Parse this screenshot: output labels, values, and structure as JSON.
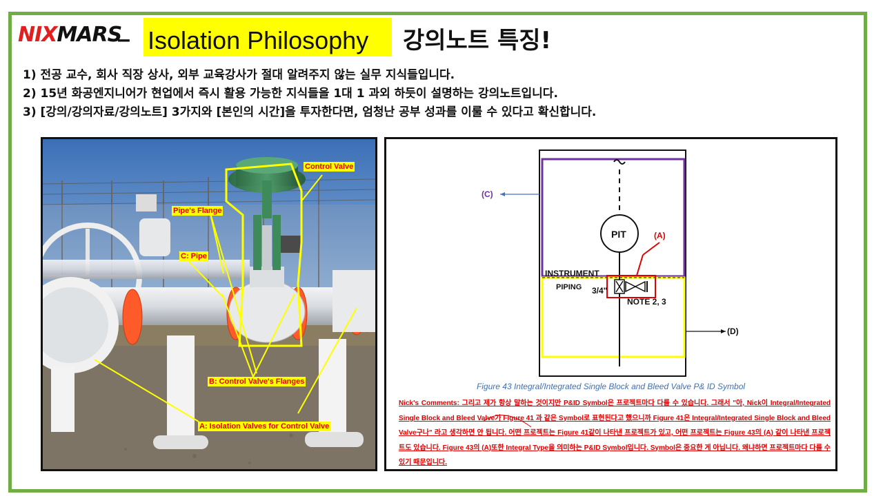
{
  "header": {
    "logo_nix": "NIX",
    "logo_mars": "MARS",
    "dash": "–",
    "title_highlight": "Isolation Philosophy",
    "title_suffix": "강의노트 특징!"
  },
  "bullets": [
    "1) 전공 교수, 회사 직장 상사, 외부 교육강사가 절대 알려주지 않는 실무 지식들입니다.",
    "2) 15년 화공엔지니어가 현업에서 즉시 활용 가능한 지식들을 1대 1 과외 하듯이 설명하는 강의노트입니다.",
    "3) [강의/강의자료/강의노트] 3가지와 [본인의 시간]을 투자한다면, 엄청난 공부 성과를 이룰 수 있다고 확신합니다."
  ],
  "photo": {
    "labels": {
      "control_valve": "Control Valve",
      "pipe_flange": "Pipe's Flange",
      "pipe": "C: Pipe",
      "cv_flanges": "B: Control Valve's Flanges",
      "isolation_valves": "A: Isolation Valves for Control Valve"
    },
    "colors": {
      "label_bg": "#ffff00",
      "label_text": "#e00000",
      "flange": "#ff5a2a"
    }
  },
  "diagram": {
    "label_c": "(C)",
    "label_a": "(A)",
    "label_d": "(D)",
    "pit": "PIT",
    "instrument": "INSTRUMENT",
    "piping": "PIPING",
    "size": "3/4\"",
    "note": "NOTE 2, 3",
    "caption": "Figure 43 Integral/Integrated Single Block and Bleed Valve P& ID Symbol",
    "comments": "Nick's Comments: 그리고 제가 항상 말하는 것이지만 P&ID Symbol은 프로젝트마다 다를 수 있습니다. 그래서 \"아, Nick이 Integral/Integrated Single Block and Bleed Valve가 Figure 41 과 같은 Symbol로 표현된다고 했으니까 Figure 41은 Integral/Integrated Single Block and Bleed Valve구나\" 라고 생각하면 안 됩니다. 어떤 프로젝트는 Figure 41같이 나타낸 프로젝트가 있고, 어떤 프로젝트는 Figure 43의 (A) 같이 나타낸 프로젝트도 있습니다. Figure 43의 (A)또한 Integral Type을 의미하는 P&ID Symbol입니다. Symbol은 중요한 게 아닙니다. 왜냐하면 프로젝트마다 다를 수 있기 때문입니다.",
    "colors": {
      "purple_box": "#7030a0",
      "yellow_box": "#ffff00",
      "red": "#e00000",
      "caption": "#3f6fb5"
    }
  }
}
